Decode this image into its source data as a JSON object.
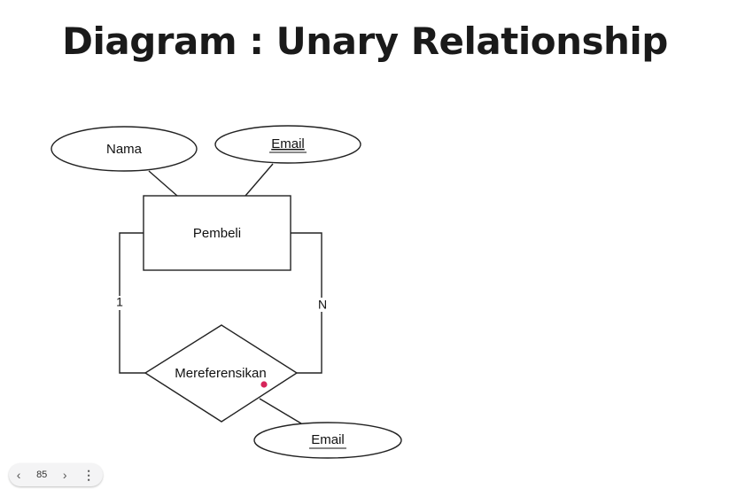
{
  "slide": {
    "title": "Diagram : Unary Relationship"
  },
  "diagram": {
    "attribute_nama": "Nama",
    "attribute_email_top": "Email",
    "entity": "Pembeli",
    "relationship": "Mereferensikan",
    "attribute_email_bottom": "Email",
    "cardinality_left": "1",
    "cardinality_right": "N"
  },
  "pager": {
    "prev_icon": "chevron-left-icon",
    "page": "85",
    "next_icon": "chevron-right-icon",
    "menu_icon": "more-vertical-icon"
  },
  "colors": {
    "line": "#222222",
    "cursor_dot": "#d6245a"
  }
}
